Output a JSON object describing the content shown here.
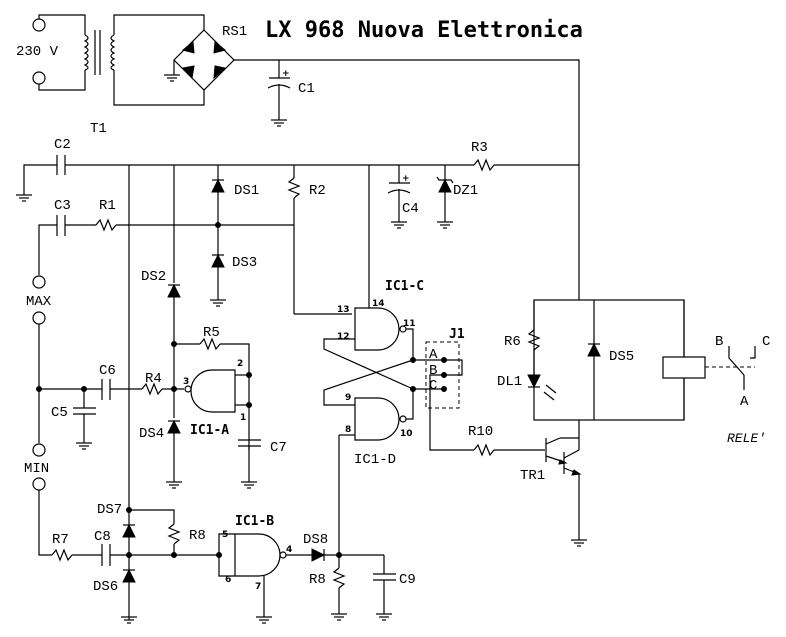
{
  "title": "LX 968 Nuova Elettronica",
  "mains_label": "230 V",
  "components": {
    "T1": "T1",
    "RS1": "RS1",
    "C1": "C1",
    "C2": "C2",
    "C3": "C3",
    "C4": "C4",
    "C5": "C5",
    "C6": "C6",
    "C7": "C7",
    "C8": "C8",
    "C9": "C9",
    "R1": "R1",
    "R2": "R2",
    "R3": "R3",
    "R4": "R4",
    "R5": "R5",
    "R6": "R6",
    "R7": "R7",
    "R8a": "R8",
    "R8b": "R8",
    "R10": "R10",
    "DS1": "DS1",
    "DS2": "DS2",
    "DS3": "DS3",
    "DS4": "DS4",
    "DS5": "DS5",
    "DS6": "DS6",
    "DS7": "DS7",
    "DS8": "DS8",
    "DZ1": "DZ1",
    "DL1": "DL1",
    "TR1": "TR1",
    "J1": "J1",
    "IC1A": "IC1-A",
    "IC1B": "IC1-B",
    "IC1C": "IC1-C",
    "IC1D": "IC1-D"
  },
  "terminals": {
    "max": "MAX",
    "min": "MIN"
  },
  "jumper_pins": [
    "A",
    "B",
    "C"
  ],
  "relay": {
    "label": "RELE'",
    "contacts": [
      "B",
      "C",
      "A"
    ]
  },
  "pins": {
    "a2": "2",
    "a3": "3",
    "a1": "1",
    "b5": "5",
    "b6": "6",
    "b4": "4",
    "b7": "7",
    "c13": "13",
    "c14": "14",
    "c12": "12",
    "c11": "11",
    "d9": "9",
    "d8": "8",
    "d10": "10"
  },
  "polarity_plus": "+"
}
